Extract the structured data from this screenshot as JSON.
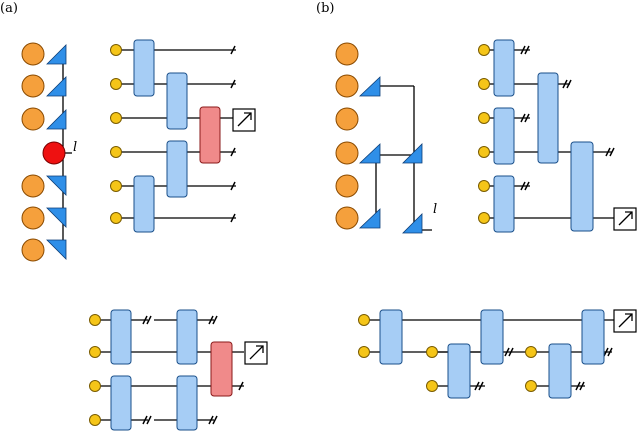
{
  "labels": {
    "panel_a": "(a)",
    "panel_b": "(b)",
    "loss_a": "l",
    "loss_b": "l"
  },
  "colors": {
    "block": "#a6cdf5",
    "measure_block": "#f08a8a",
    "input_dot": "#f5c518",
    "site": "#f5a03c",
    "lost_site": "#ee1111",
    "coupler": "#2f8fe8"
  },
  "icons": [
    "yellow-dot",
    "orange-circle",
    "red-circle",
    "coupler-triangle",
    "measurement-box",
    "truncation-tick"
  ]
}
